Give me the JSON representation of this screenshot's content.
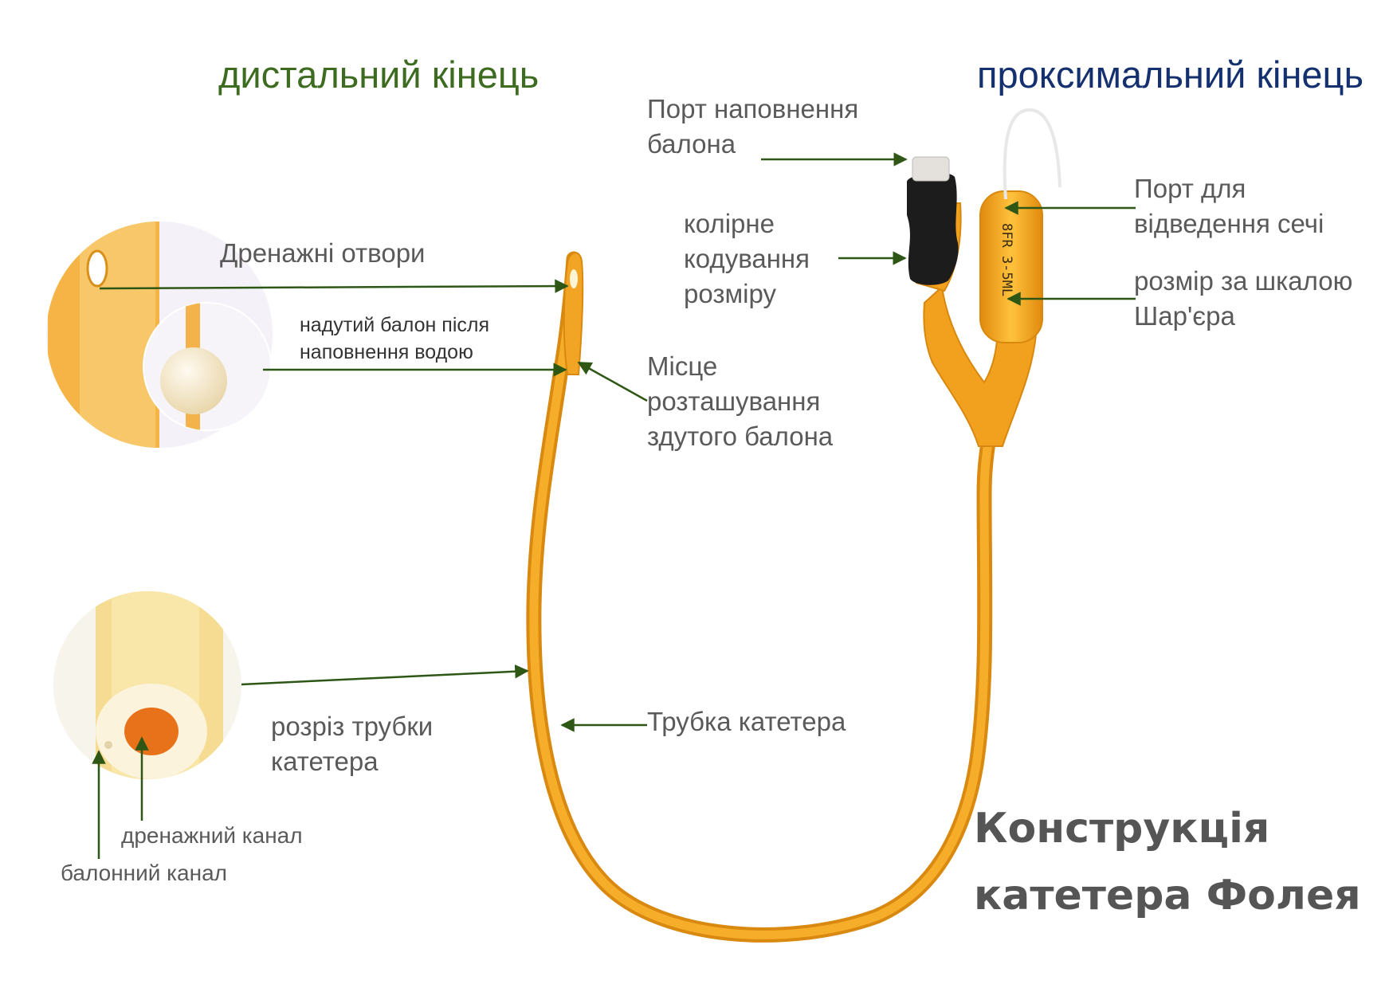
{
  "headings": {
    "distal": "дистальний кінець",
    "proximal": "проксимальний кінець"
  },
  "labels": {
    "balloon_fill_port": "Порт наповнення\nбалона",
    "color_coding": "колірне\nкодування\nрозміру",
    "urine_port": "Порт для\nвідведення сечі",
    "charriere_size": "розмір за шкалою\nШар'єра",
    "drain_holes": "Дренажні отвори",
    "inflated_balloon": "надутий балон після\nнаповнення водою",
    "deflated_balloon_site": "Місце\nрозташування\nздутого балона",
    "tube_cross_section": "розріз трубки\nкатетера",
    "catheter_tube": "Трубка катетера",
    "drain_channel": "дренажний канал",
    "balloon_channel": "балонний канал"
  },
  "imprint": "8FR 3-5ML",
  "title": "Конструкція\nкатетера Фолея",
  "colors": {
    "distal_heading": "#3d6b1f",
    "proximal_heading": "#14306e",
    "arrow": "#2e5716",
    "catheter": "#f0a41c",
    "label_text": "#5a5a5a"
  }
}
